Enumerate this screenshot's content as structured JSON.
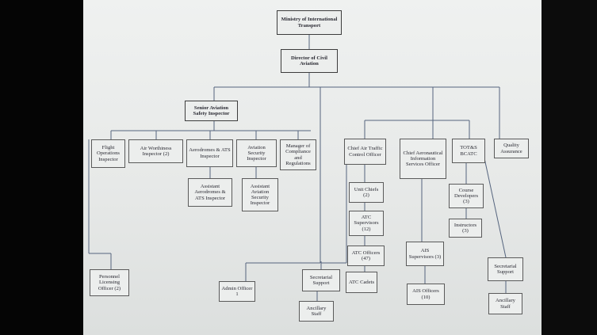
{
  "org": {
    "ministry": "Ministry of International Transport",
    "director": "Director of Civil Aviation",
    "senior_inspector": "Senior Aviation Safety Inspector",
    "flight_ops": "Flight Operations Inspector",
    "airworthiness": "Air Worthiness Inspector (2)",
    "aerodromes": "Aerodromes & ATS Inspector",
    "security": "Aviation Security Inspector",
    "compliance": "Manager of Compliance and Regulations",
    "asst_aerodromes": "Assistant Aerodromes & ATS Inspector",
    "asst_security": "Assistant Aviation Security Inspector",
    "licensing": "Personnel Licensing Officer (2)",
    "admin": "Admin Officer 1",
    "secretarial_left": "Secretarial Support",
    "ancillary_left": "Ancillary Staff",
    "atc_chief": "Chief Air Traffic Control Officer",
    "unit_chief": "Unit Chiefs (2)",
    "atc_supervisors": "ATC Supervisors (12)",
    "atc_officers": "ATC Officers (47)",
    "atc_cadets": "ATC Cadets",
    "ais_chief": "Chief Aeronautical Information Services Officer",
    "ais_supervisors": "AIS Supervisors (3)",
    "ais_officers": "AIS Officers (10)",
    "bcatc": "TOT&S BCATC",
    "course_dev": "Course Developers (3)",
    "instructors": "Instructors (3)",
    "quality": "Quality Assurance",
    "secretarial_right": "Secretarial Support",
    "ancillary_right": "Ancillary Staff"
  }
}
